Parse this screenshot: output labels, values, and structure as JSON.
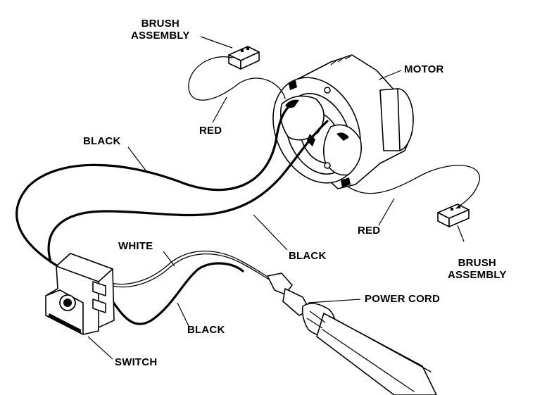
{
  "labels": {
    "brush_assembly_top": [
      "BRUSH",
      "ASSEMBLY"
    ],
    "motor": "MOTOR",
    "red_top": "RED",
    "black_upper": "BLACK",
    "red_right": "RED",
    "brush_assembly_right": [
      "BRUSH",
      "ASSEMBLY"
    ],
    "white": "WHITE",
    "black_middle": "BLACK",
    "power_cord": "POWER CORD",
    "black_lower": "BLACK",
    "switch": "SWITCH"
  }
}
